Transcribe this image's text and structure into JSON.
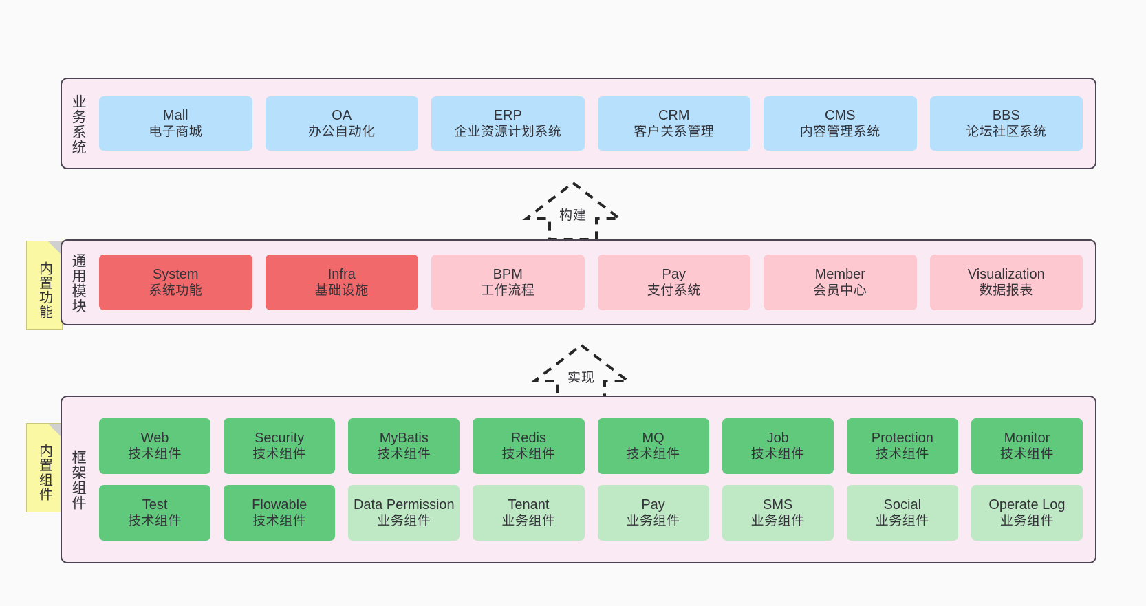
{
  "diagram": {
    "background_color": "#fafafa",
    "layer_border_color": "#4b4453",
    "layer_fill_color": "#f9eaf4"
  },
  "layers": [
    {
      "id": "business",
      "title": "业务系统",
      "rows": [
        [
          {
            "en": "Mall",
            "cn": "电子商城",
            "color": "#b6e0fb"
          },
          {
            "en": "OA",
            "cn": "办公自动化",
            "color": "#b6e0fb"
          },
          {
            "en": "ERP",
            "cn": "企业资源计划系统",
            "color": "#b6e0fb"
          },
          {
            "en": "CRM",
            "cn": "客户关系管理",
            "color": "#b6e0fb"
          },
          {
            "en": "CMS",
            "cn": "内容管理系统",
            "color": "#b6e0fb"
          },
          {
            "en": "BBS",
            "cn": "论坛社区系统",
            "color": "#b6e0fb"
          }
        ]
      ]
    },
    {
      "id": "common",
      "title": "通用模块",
      "sticky": "内置功能",
      "rows": [
        [
          {
            "en": "System",
            "cn": "系统功能",
            "color": "#f2696c"
          },
          {
            "en": "Infra",
            "cn": "基础设施",
            "color": "#f2696c"
          },
          {
            "en": "BPM",
            "cn": "工作流程",
            "color": "#fdc8cf"
          },
          {
            "en": "Pay",
            "cn": "支付系统",
            "color": "#fdc8cf"
          },
          {
            "en": "Member",
            "cn": "会员中心",
            "color": "#fdc8cf"
          },
          {
            "en": "Visualization",
            "cn": "数据报表",
            "color": "#fdc8cf"
          }
        ]
      ]
    },
    {
      "id": "frame",
      "title": "框架组件",
      "sticky": "内置组件",
      "rows": [
        [
          {
            "en": "Web",
            "cn": "技术组件",
            "color": "#61c97c"
          },
          {
            "en": "Security",
            "cn": "技术组件",
            "color": "#61c97c"
          },
          {
            "en": "MyBatis",
            "cn": "技术组件",
            "color": "#61c97c"
          },
          {
            "en": "Redis",
            "cn": "技术组件",
            "color": "#61c97c"
          },
          {
            "en": "MQ",
            "cn": "技术组件",
            "color": "#61c97c"
          },
          {
            "en": "Job",
            "cn": "技术组件",
            "color": "#61c97c"
          },
          {
            "en": "Protection",
            "cn": "技术组件",
            "color": "#61c97c"
          },
          {
            "en": "Monitor",
            "cn": "技术组件",
            "color": "#61c97c"
          }
        ],
        [
          {
            "en": "Test",
            "cn": "技术组件",
            "color": "#61c97c"
          },
          {
            "en": "Flowable",
            "cn": "技术组件",
            "color": "#61c97c"
          },
          {
            "en": "Data Permission",
            "cn": "业务组件",
            "color": "#bfe8c4",
            "wrap": true
          },
          {
            "en": "Tenant",
            "cn": "业务组件",
            "color": "#bfe8c4"
          },
          {
            "en": "Pay",
            "cn": "业务组件",
            "color": "#bfe8c4"
          },
          {
            "en": "SMS",
            "cn": "业务组件",
            "color": "#bfe8c4"
          },
          {
            "en": "Social",
            "cn": "业务组件",
            "color": "#bfe8c4"
          },
          {
            "en": "Operate Log",
            "cn": "业务组件",
            "color": "#bfe8c4"
          }
        ]
      ]
    }
  ],
  "arrows": [
    {
      "id": "build",
      "label": "构建",
      "direction": "up",
      "style": "dashed-block-arrow"
    },
    {
      "id": "impl",
      "label": "实现",
      "direction": "up",
      "style": "dashed-block-arrow"
    }
  ]
}
